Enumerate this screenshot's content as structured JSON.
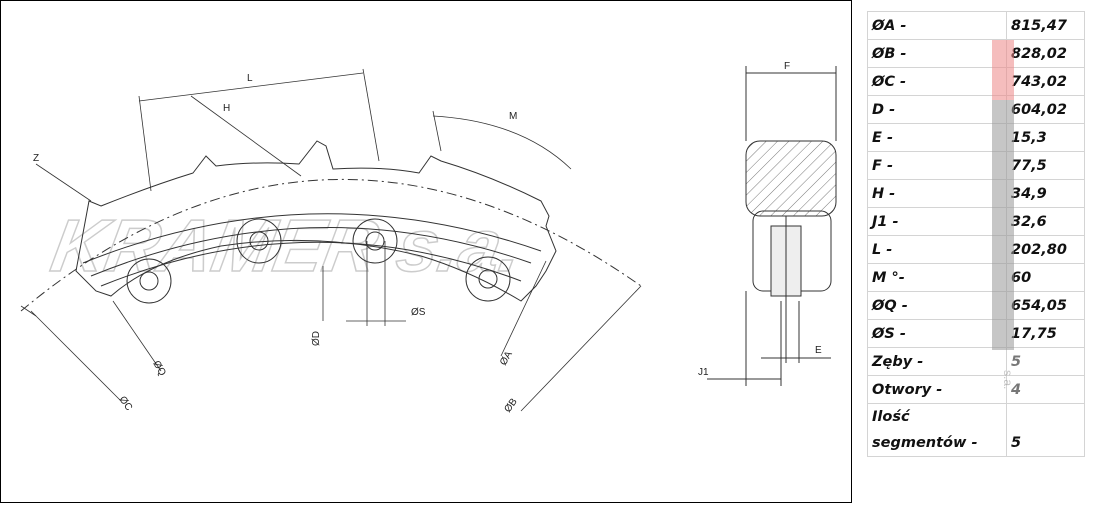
{
  "drawing": {
    "labels": {
      "L": "L",
      "H": "H",
      "M": "M",
      "Z": "Z",
      "D": "ØD",
      "S": "ØS",
      "Q": "ØQ",
      "C": "ØC",
      "A": "ØA",
      "B": "ØB",
      "F": "F",
      "E": "E",
      "J1": "J1"
    },
    "watermark": "KRAMER s.a."
  },
  "specs": [
    {
      "key": "ØA -",
      "value": "815,47"
    },
    {
      "key": "ØB -",
      "value": "828,02"
    },
    {
      "key": "ØC -",
      "value": "743,02"
    },
    {
      "key": "D -",
      "value": "604,02"
    },
    {
      "key": "E -",
      "value": "15,3"
    },
    {
      "key": "F -",
      "value": "77,5"
    },
    {
      "key": "H -",
      "value": "34,9"
    },
    {
      "key": "J1 -",
      "value": "32,6"
    },
    {
      "key": "L -",
      "value": "202,80"
    },
    {
      "key": "M °-",
      "value": "60"
    },
    {
      "key": "ØQ -",
      "value": "654,05"
    },
    {
      "key": "ØS -",
      "value": "17,75"
    },
    {
      "key": "Zęby -",
      "value": "5"
    },
    {
      "key": "Otwory -",
      "value": "4"
    },
    {
      "key": "Ilość segmentów -",
      "value": "5"
    }
  ]
}
